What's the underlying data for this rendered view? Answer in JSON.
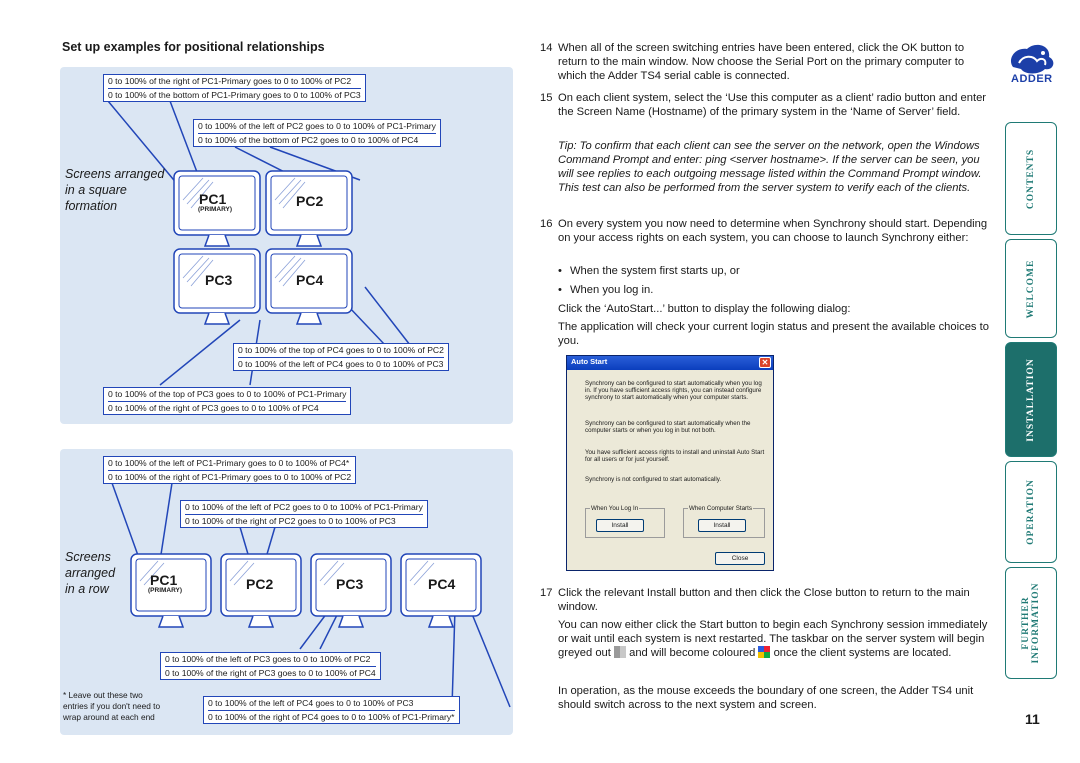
{
  "section_title": "Set up examples for positional relationships",
  "square": {
    "caption": [
      "Screens arranged",
      "in a square",
      "formation"
    ],
    "labels": {
      "a": [
        "0 to 100% of the right of PC1-Primary goes to 0 to 100% of PC2",
        "0 to 100% of the bottom of PC1-Primary goes to 0 to 100% of PC3"
      ],
      "b": [
        "0 to 100% of the left of PC2 goes to 0 to 100% of PC1-Primary",
        "0 to 100% of the bottom of PC2 goes to 0 to 100% of PC4"
      ],
      "c": [
        "0 to 100% of the top of PC4 goes to 0 to 100% of PC2",
        "0 to 100% of the left of PC4 goes to 0 to 100% of PC3"
      ],
      "d": [
        "0 to 100% of the top of PC3 goes to 0 to 100% of PC1-Primary",
        "0 to 100% of the right of PC3 goes to 0 to 100% of PC4"
      ]
    },
    "monitors": [
      "PC1",
      "PC2",
      "PC3",
      "PC4"
    ],
    "primary_sub": "(PRIMARY)"
  },
  "row": {
    "caption": [
      "Screens",
      "arranged",
      "in a row"
    ],
    "labels": {
      "a": [
        "0 to 100% of the left of PC1-Primary goes to 0 to 100% of PC4*",
        "0 to 100% of the right of PC1-Primary goes to 0 to 100% of PC2"
      ],
      "b": [
        "0 to 100% of the left of PC2 goes to 0 to 100% of PC1-Primary",
        "0 to 100% of the right of PC2 goes to 0 to 100% of PC3"
      ],
      "c": [
        "0 to 100% of the left of PC3 goes to 0 to 100% of PC2",
        "0 to 100% of the right of PC3 goes to 0 to 100% of PC4"
      ],
      "d": [
        "0 to 100% of the left of PC4 goes to 0 to 100% of PC3",
        "0 to 100% of the right of PC4 goes to 0 to 100% of PC1-Primary*"
      ]
    },
    "monitors": [
      "PC1",
      "PC2",
      "PC3",
      "PC4"
    ],
    "primary_sub": "(PRIMARY)",
    "footnote": [
      "* Leave out these two",
      "entries if you don't need to",
      "wrap around at each end"
    ]
  },
  "steps": {
    "s14": {
      "num": "14",
      "text": "When all of the screen switching entries have been entered, click the OK button to return to the main window. Now choose the Serial Port on the primary computer to which the Adder TS4 serial cable is connected."
    },
    "s15": {
      "num": "15",
      "text": "On each client system, select the ‘Use this computer as a client’ radio button and enter the Screen Name (Hostname) of the primary system in the ‘Name of Server’ field."
    },
    "tip": "Tip: To confirm that each client can see the server on the network, open the Windows Command Prompt and enter: ping <server hostname>. If the server can be seen, you will see replies to each outgoing message listed within the Command Prompt window. This test can also be performed from the server system to verify each of the clients.",
    "s16": {
      "num": "16",
      "text": "On every system you now need to determine when Synchrony should start. Depending on your access rights on each system, you can choose to launch Synchrony either:"
    },
    "bullets": [
      "When the system first starts up, or",
      "When you log in."
    ],
    "click_autostart": "Click the ‘AutoStart...’ button to display the following dialog:",
    "app_check": "The application will check your current login status and present the available choices to you.",
    "s17": {
      "num": "17",
      "text": "Click the relevant Install button and then click the Close button to return to the main window."
    },
    "p_start_a": "You can now either click the Start button to begin each Synchrony session immediately or wait until each system is next restarted. The taskbar on the server system will begin greyed out",
    "p_start_b": "and will become coloured",
    "p_start_c": "once the client systems are located.",
    "p_operation": "In operation, as the mouse exceeds the boundary of one screen, the Adder TS4 unit should switch across to the next system and screen."
  },
  "dialog": {
    "title": "Auto Start",
    "p1": "Synchrony can be configured to start automatically when you log in. If you have sufficient access rights, you can instead configure synchrony to start automatically when your computer starts.",
    "p2": "Synchrony can be configured to start automatically when the computer starts or when you log in but not both.",
    "p3": "You have sufficient access rights to install and uninstall Auto Start for all users or for just yourself.",
    "p4": "Synchrony is not configured to start automatically.",
    "grp1": "When You Log In",
    "grp2": "When Computer Starts",
    "install1": "Install",
    "install2": "Install",
    "close": "Close"
  },
  "sidebar": {
    "tabs": [
      "CONTENTS",
      "WELCOME",
      "INSTALLATION",
      "OPERATION",
      "FURTHER INFORMATION"
    ],
    "active": "INSTALLATION"
  },
  "logo_text": "ADDER",
  "page_number": "11",
  "colors": {
    "panel": "#dbe6f3",
    "accent_blue": "#2246b8",
    "tab_teal": "#1d6f6b"
  }
}
